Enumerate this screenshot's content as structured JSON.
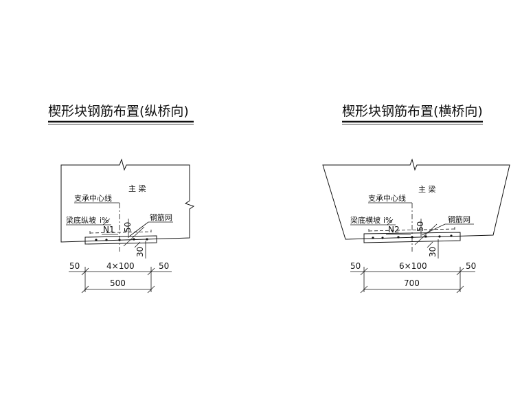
{
  "left": {
    "title": "楔形块钢筋布置(纵桥向)",
    "beam_label": "主  梁",
    "centerline_label": "支承中心线",
    "slope_label": "梁底纵坡",
    "slope_value": "i%",
    "bar_mark": "N1",
    "dim_50_v": "50",
    "mesh_label": "钢筋网",
    "dim_30_v": "30",
    "dim_left": "50",
    "dim_mid": "4×100",
    "dim_right": "50",
    "dim_total": "500"
  },
  "right": {
    "title": "楔形块钢筋布置(横桥向)",
    "beam_label": "主  梁",
    "centerline_label": "支承中心线",
    "slope_label": "梁底横坡",
    "slope_value": "i%",
    "bar_mark": "N2",
    "dim_50_v": "50",
    "mesh_label": "钢筋网",
    "dim_30_v": "30",
    "dim_left": "50",
    "dim_mid": "6×100",
    "dim_right": "50",
    "dim_total": "700"
  }
}
